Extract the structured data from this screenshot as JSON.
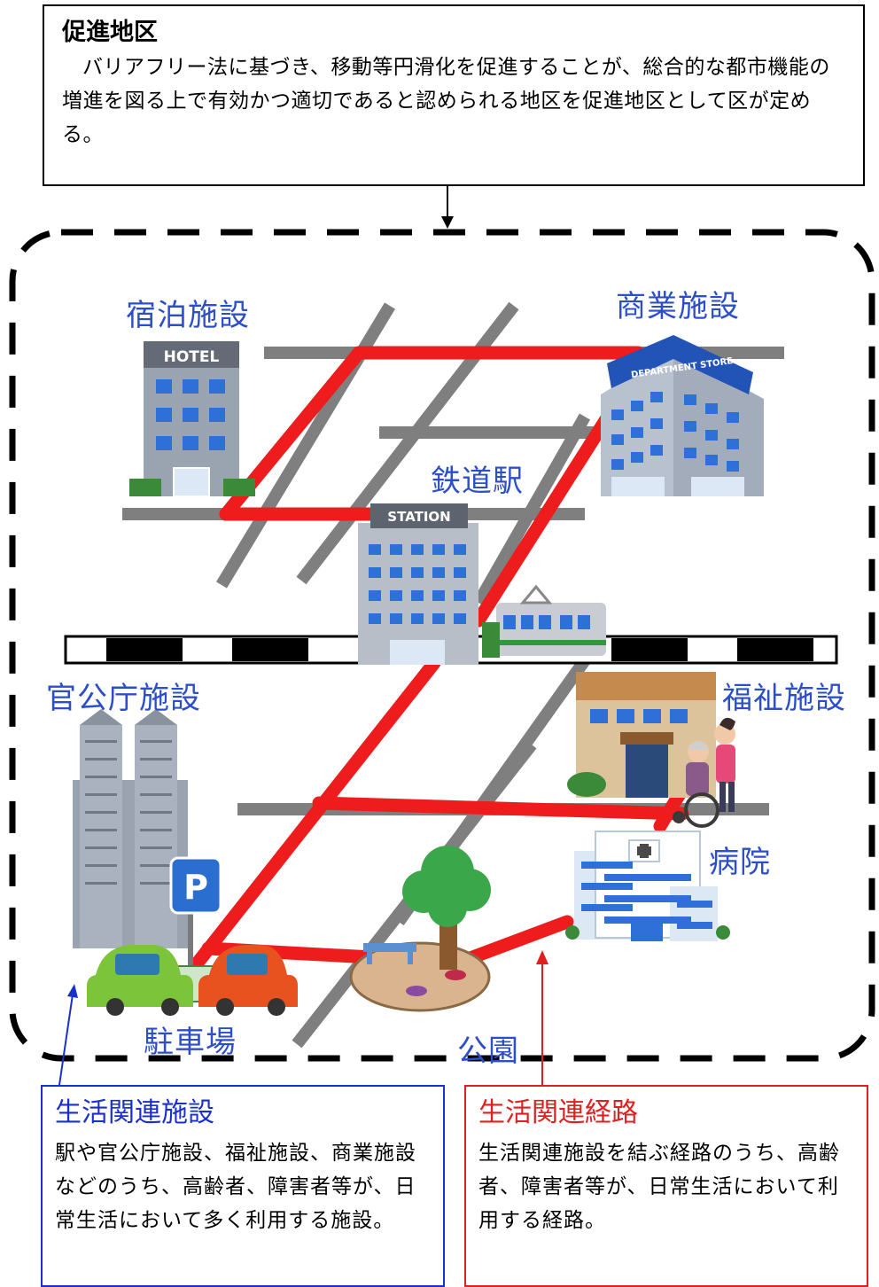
{
  "district": {
    "title": "促進地区",
    "body": "バリアフリー法に基づき、移動等円滑化を促進することが、総合的な都市機能の増進を図る上で有効かつ適切であると認められる地区を促進地区として区が定める。"
  },
  "facility_labels": {
    "lodging": "宿泊施設",
    "commercial": "商業施設",
    "station": "鉄道駅",
    "government": "官公庁施設",
    "welfare": "福祉施設",
    "hospital": "病院",
    "parking": "駐車場",
    "park": "公園"
  },
  "sign_text": {
    "hotel": "HOTEL",
    "department_store": "DEPARTMENT STORE",
    "station": "STATION",
    "parking": "P"
  },
  "living_facilities": {
    "title": "生活関連施設",
    "body": "駅や官公庁施設、福祉施設、商業施設などのうち、高齢者、障害者等が、日常生活において多く利用する施設。"
  },
  "living_routes": {
    "title": "生活関連経路",
    "body": "生活関連施設を結ぶ経路のうち、高齢者、障害者等が、日常生活において利用する経路。"
  },
  "colors": {
    "route": "#ee1c1c",
    "road": "#808080",
    "label": "#2c4fc9",
    "facilities_accent": "#1a2fd0",
    "routes_accent": "#e02020"
  }
}
